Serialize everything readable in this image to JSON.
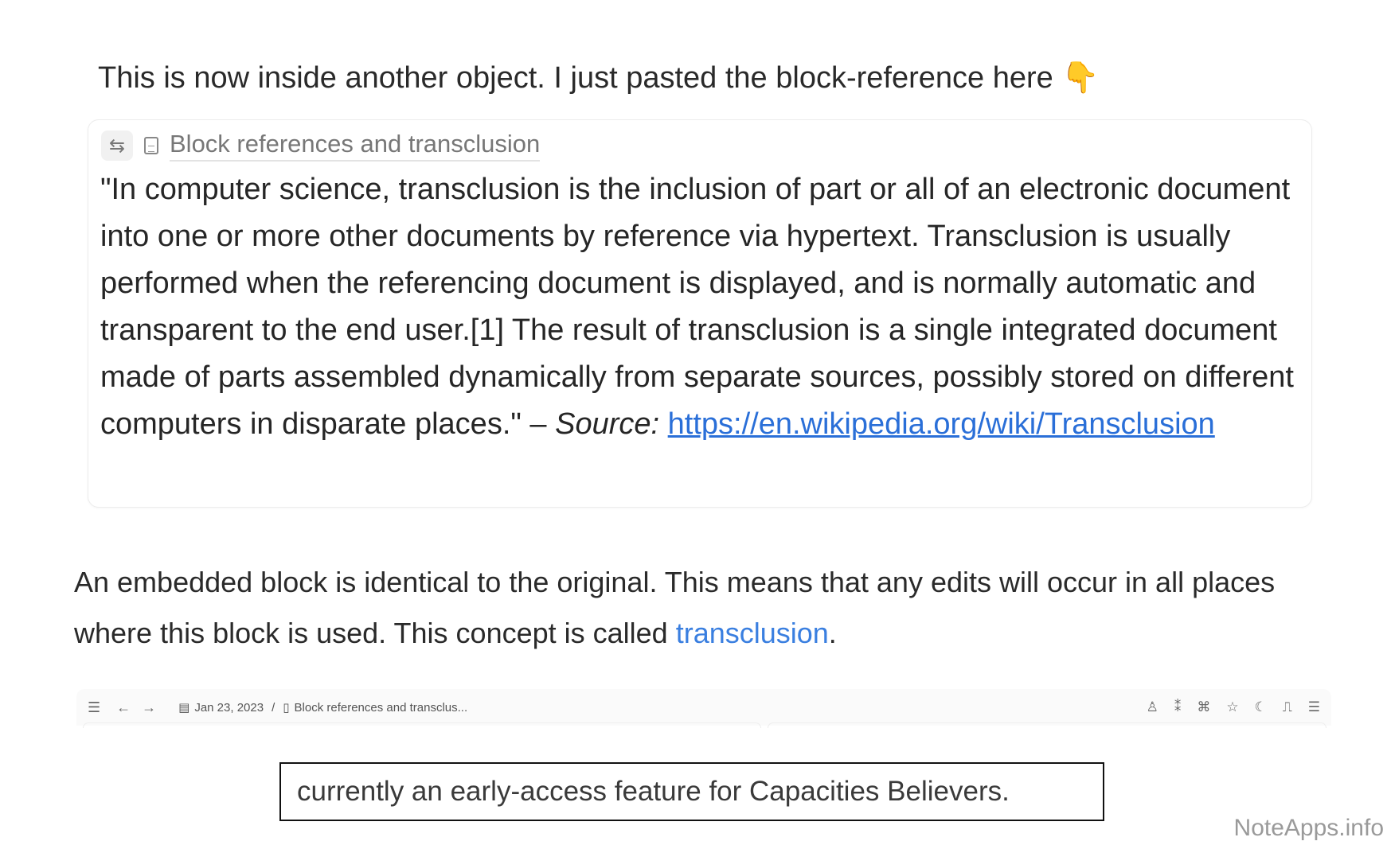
{
  "intro": {
    "text": "This is now inside another object. I just pasted the block-reference here",
    "emoji": "👇"
  },
  "embed": {
    "title": "Block references and transclusion",
    "quote": "\"In computer science, transclusion is the inclusion of part or all of an electronic document into one or more other documents by reference via hypertext. Transclusion is usually performed when the referencing document is displayed, and is normally automatic and transparent to the end user.[1] The result of transclusion is a single integrated document made of parts assembled dynamically from separate sources, possibly stored on different computers in disparate places.\" – ",
    "source_label": "Source:",
    "link": "https://en.wikipedia.org/wiki/Transclusion"
  },
  "paragraph": {
    "text": "An embedded block is identical to the original. This means that any edits will occur in all places where this block is used. This concept is called ",
    "link": "transclusion",
    "end": "."
  },
  "toolbar": {
    "date": "Jan 23, 2023",
    "separator": "/",
    "page": "Block references and transclus..."
  },
  "caption": "currently an early-access feature for Capacities Believers.",
  "watermark": "NoteApps.info"
}
